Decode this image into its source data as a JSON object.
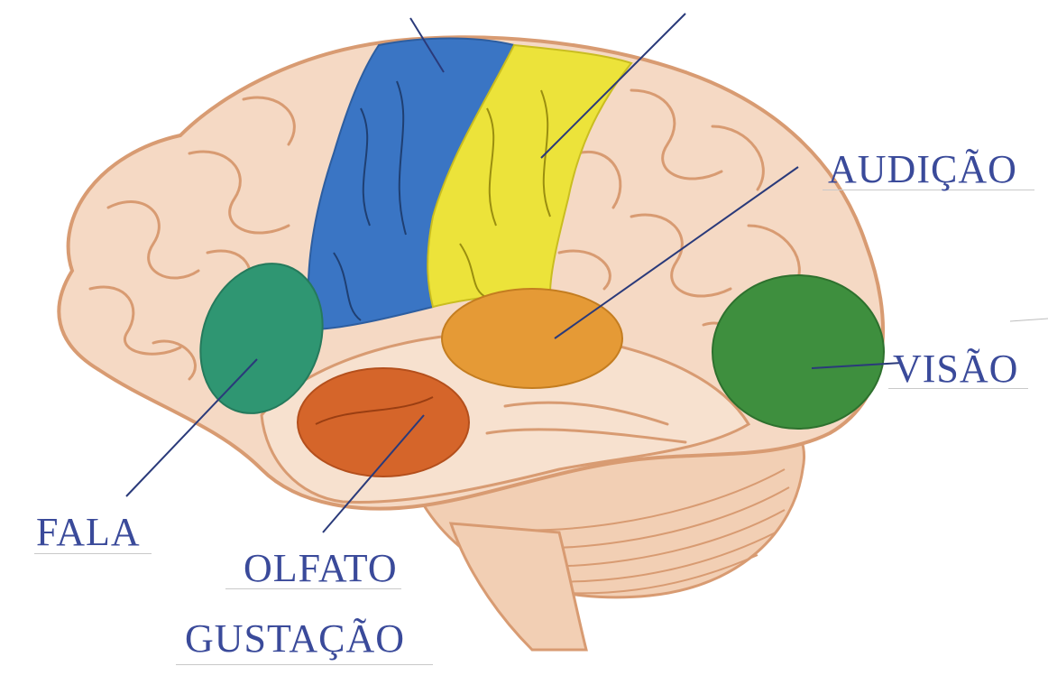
{
  "labels": {
    "fala": "FALA",
    "olfato": "OLFATO",
    "gustacao": "GUSTAÇÃO",
    "audicao": "AUDIÇÃO",
    "visao": "VISÃO"
  },
  "colors": {
    "brain_fill": "#f5d9c4",
    "brain_outline": "#d89b72",
    "gyri_line": "#d89b72",
    "motor_area": "#3a75c4",
    "sensory_area": "#ece33a",
    "speech_area": "#2f9672",
    "hearing_area": "#e59a36",
    "smell_taste_area": "#d5652a",
    "vision_area": "#3e8f3e",
    "label_text": "#3a4a9a",
    "leader_line": "#2a3a7a"
  }
}
